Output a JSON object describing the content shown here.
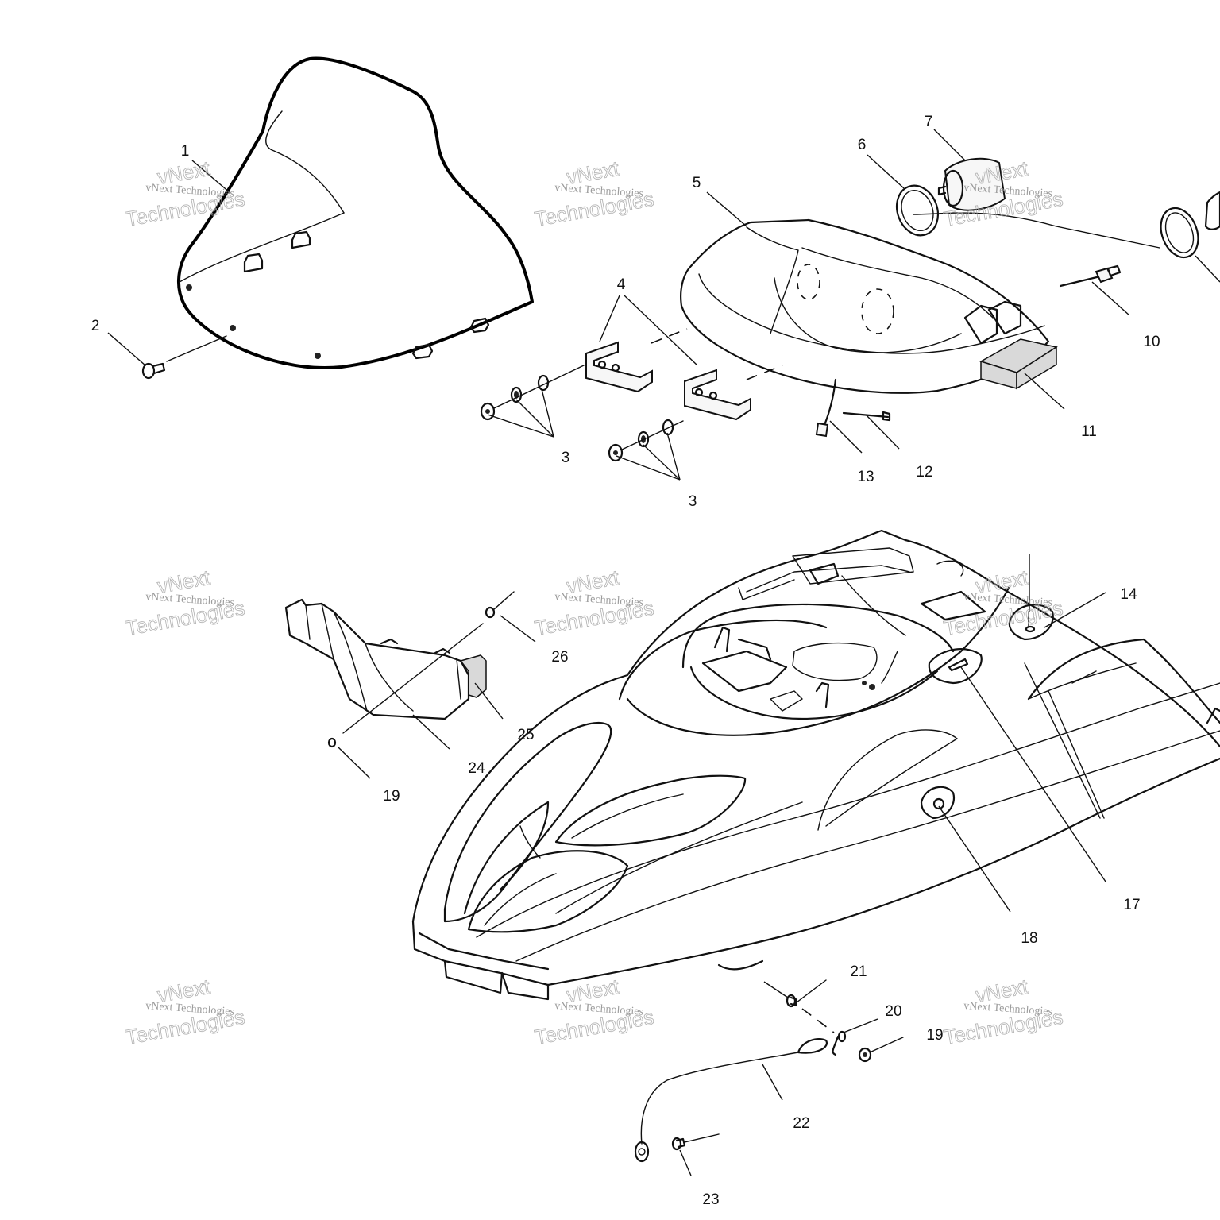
{
  "diagram": {
    "callouts": [
      {
        "id": "c1",
        "text": "1"
      },
      {
        "id": "c2",
        "text": "2"
      },
      {
        "id": "c3a",
        "text": "3"
      },
      {
        "id": "c3b",
        "text": "3"
      },
      {
        "id": "c4",
        "text": "4"
      },
      {
        "id": "c5",
        "text": "5"
      },
      {
        "id": "c6",
        "text": "6"
      },
      {
        "id": "c7",
        "text": "7"
      },
      {
        "id": "c10",
        "text": "10"
      },
      {
        "id": "c11",
        "text": "11"
      },
      {
        "id": "c12",
        "text": "12"
      },
      {
        "id": "c13",
        "text": "13"
      },
      {
        "id": "c14",
        "text": "14"
      },
      {
        "id": "c17",
        "text": "17"
      },
      {
        "id": "c18",
        "text": "18"
      },
      {
        "id": "c19a",
        "text": "19"
      },
      {
        "id": "c19b",
        "text": "19"
      },
      {
        "id": "c20",
        "text": "20"
      },
      {
        "id": "c21",
        "text": "21"
      },
      {
        "id": "c22",
        "text": "22"
      },
      {
        "id": "c23",
        "text": "23"
      },
      {
        "id": "c24",
        "text": "24"
      },
      {
        "id": "c25",
        "text": "25"
      },
      {
        "id": "c26",
        "text": "26"
      }
    ]
  },
  "watermark": {
    "line_small": "vNext Technologies",
    "line_large_1": "vNext",
    "line_large_2": "Technologies"
  },
  "colors": {
    "ink": "#111111",
    "background": "#ffffff",
    "watermark": "#a5a5a5"
  }
}
